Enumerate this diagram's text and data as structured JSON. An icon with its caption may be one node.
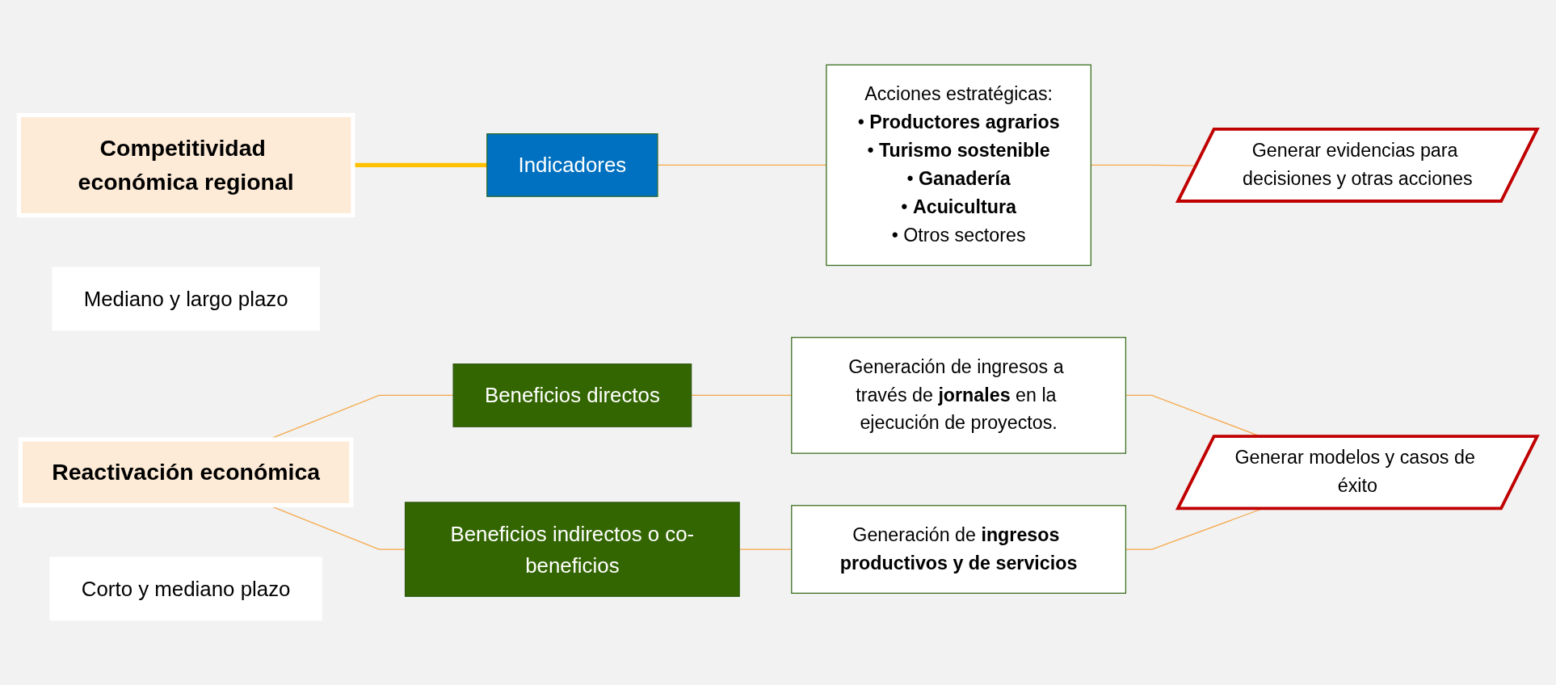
{
  "diagram": {
    "nodes": [
      {
        "text": [
          "Competitividad económica regional"
        ]
      },
      {
        "text": [
          "Mediano y largo plazo"
        ]
      },
      {
        "text": [
          "Indicadores"
        ]
      },
      {
        "text": [
          "Acciones estratégicas:",
          "• **Productores agrarios**",
          "• **Turismo sostenible**",
          "• **Ganadería**",
          "• **Acuicultura**",
          "• Otros sectores"
        ]
      },
      {
        "text": [
          "Generar evidencias para decisiones y otras acciones"
        ]
      },
      {
        "text": [
          "Reactivación económica"
        ]
      },
      {
        "text": [
          "Beneficios directos"
        ]
      },
      {
        "text": [
          "Beneficios indirectos o co-beneficios"
        ]
      },
      {
        "text": [
          "Generación de ingresos a través de **jornales** en la ejecución de proyectos."
        ]
      },
      {
        "text": [
          "Generación de **ingresos productivos y de servicios**"
        ]
      },
      {
        "text": [
          "Generar modelos y casos de éxito"
        ]
      },
      {
        "text": [
          "Corto y mediano plazo"
        ]
      }
    ],
    "edges": [
      {
        "from": 0,
        "to": 2,
        "arrow": "none",
        "style": "thick",
        "color": "#ffc000"
      },
      {
        "from": 2,
        "to": 3,
        "arrow": "none"
      },
      {
        "from": 3,
        "to": 4,
        "arrow": "none"
      },
      {
        "from": 5,
        "to": 6,
        "arrow": "none"
      },
      {
        "from": 5,
        "to": 7,
        "arrow": "none"
      },
      {
        "from": 6,
        "to": 8,
        "arrow": "none"
      },
      {
        "from": 7,
        "to": 9,
        "arrow": "none"
      },
      {
        "from": 8,
        "to": 10,
        "arrow": "none"
      },
      {
        "from": 9,
        "to": 10,
        "arrow": "none"
      }
    ]
  }
}
